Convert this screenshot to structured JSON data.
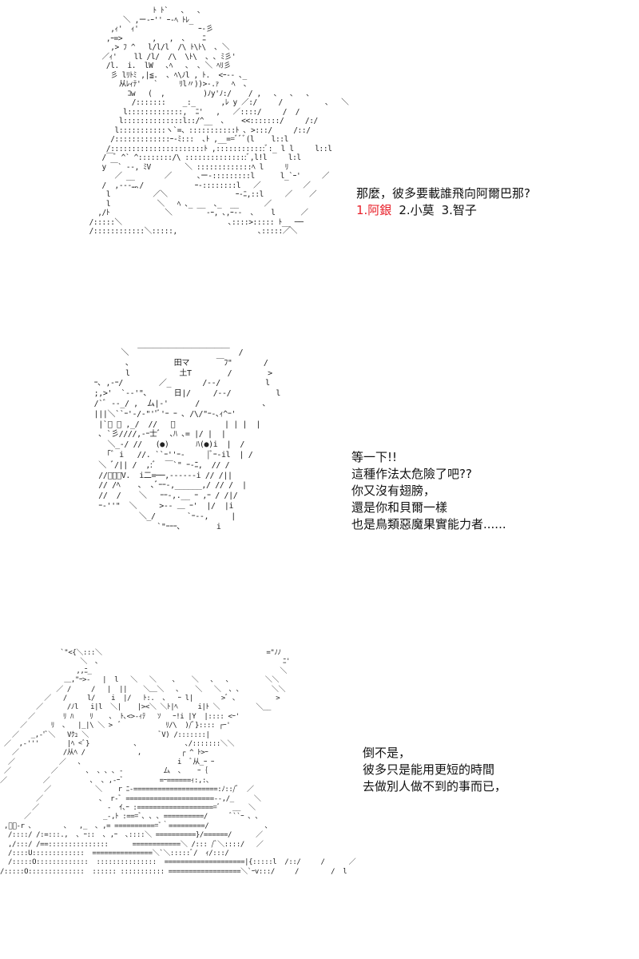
{
  "panels": [
    {
      "dialog": {
        "question": "那麼，彼多要載誰飛向阿爾巴那?",
        "options": [
          {
            "label": "1.阿銀",
            "color": "#e8202a"
          },
          {
            "label": "2.小莫",
            "color": "#111111"
          },
          {
            "label": "3.智子",
            "color": "#111111"
          }
        ]
      }
    },
    {
      "dialog": {
        "lines": [
          "等一下!!",
          "這種作法太危險了吧??",
          "你又沒有翅膀，",
          "還是你和貝爾一樣",
          "也是鳥類惡魔果實能力者......"
        ]
      }
    },
    {
      "dialog": {
        "lines": [
          "倒不是，",
          "彼多只是能用更短的時間",
          "去做別人做不到的事而已，"
        ]
      }
    }
  ],
  "colors": {
    "text": "#111111",
    "highlight": "#e8202a",
    "background": "#ffffff"
  }
}
